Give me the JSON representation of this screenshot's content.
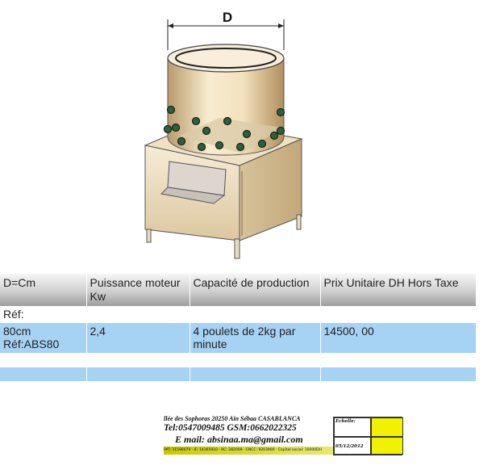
{
  "drawing": {
    "dimension_label": "D"
  },
  "table": {
    "headers": [
      "D=Cm",
      "Puissance moteur Kw",
      "Capacité de production",
      "Prix Unitaire DH Hors Taxe"
    ],
    "ref_label": "Réf:",
    "rows": [
      [
        "80cm Réf:ABS80",
        "2,4",
        "4 poulets de 2kg par minute",
        "14500,  00"
      ],
      [
        "",
        "",
        "",
        ""
      ]
    ],
    "colors": {
      "row_fill": "#a6d2f4",
      "header_fill": "#c9c9c9"
    }
  },
  "stamp": {
    "address": "llée des Sophoras 20250 Aïn Sébaa CASABLANCA",
    "tel": "Tel:0547009485   GSM:0662022325",
    "email": "E mail: absinaa.ma@gmail.com",
    "legal": "PAT: 31590079 · IF: 14365910 · RC: 282009 · CNCC: 9203900 · Capital social: 10000DH",
    "box_label": "Echelle:",
    "date": "05/12/2012",
    "colors": {
      "yellow": "#f2f200"
    }
  }
}
